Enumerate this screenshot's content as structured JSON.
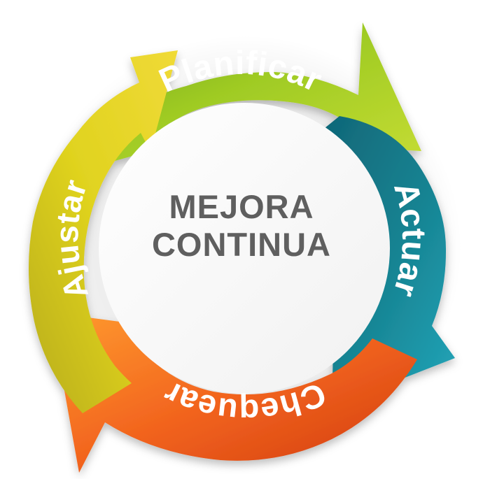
{
  "diagram": {
    "center": {
      "line1": "MEJORA",
      "line2": "CONTINUA"
    },
    "stages": {
      "planificar": "Planificar",
      "actuar": "Actuar",
      "chequear": "Chequear",
      "ajustar": "Ajustar"
    }
  },
  "colors": {
    "green": "#9cc51f",
    "teal": "#17818f",
    "orange": "#ea5f17",
    "yellow": "#d3c51d",
    "center_text": "#5f5f5f"
  },
  "icons": {
    "cycle_direction": "clockwise-arrow-icon"
  }
}
